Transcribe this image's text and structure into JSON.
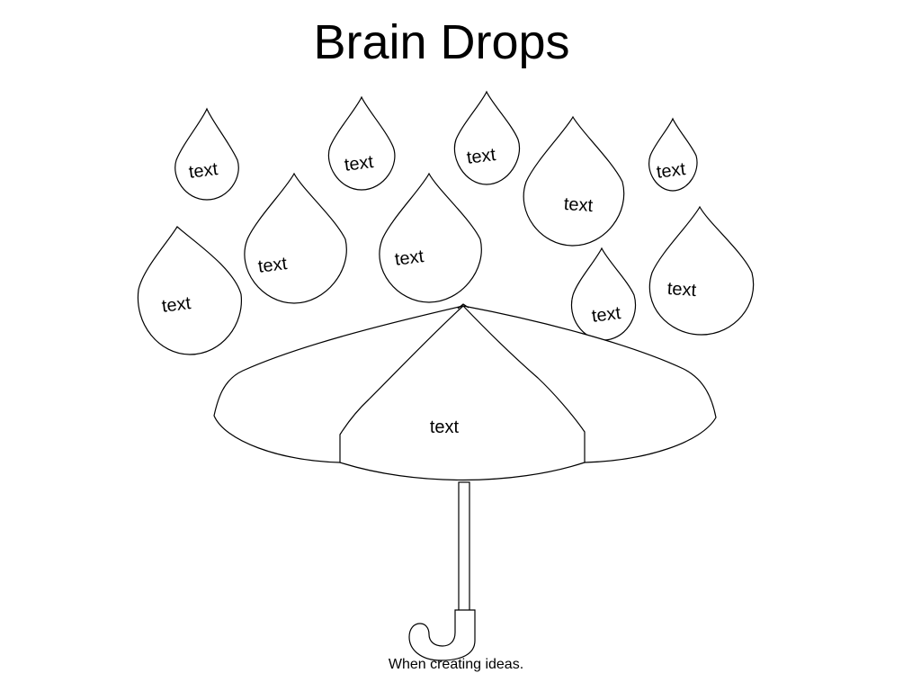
{
  "title": "Brain Drops",
  "caption": "When creating ideas.",
  "umbrella_label": "text",
  "drops": [
    {
      "label": "text"
    },
    {
      "label": "text"
    },
    {
      "label": "text"
    },
    {
      "label": "text"
    },
    {
      "label": "text"
    },
    {
      "label": "text"
    },
    {
      "label": "text"
    },
    {
      "label": "text"
    },
    {
      "label": "text"
    },
    {
      "label": "text"
    }
  ],
  "colors": {
    "stroke": "#000000",
    "fill": "#ffffff",
    "background": "#ffffff"
  }
}
